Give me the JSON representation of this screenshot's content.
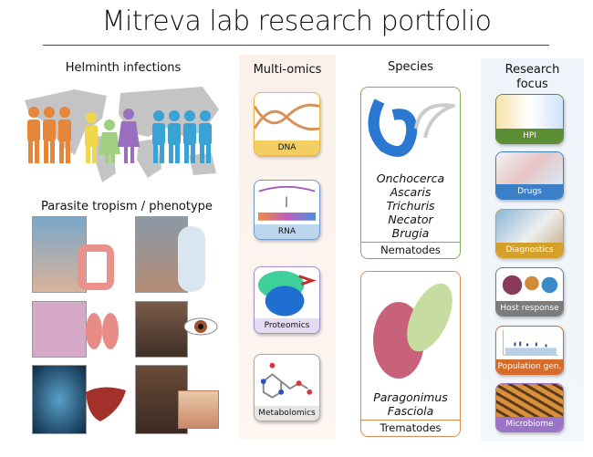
{
  "title": "Mitreva lab research portfolio",
  "infections": {
    "heading": "Helminth infections",
    "subheading": "Parasite tropism / phenotype"
  },
  "omics": {
    "heading": "Multi-omics",
    "cards": [
      {
        "label": "DNA",
        "color": "#f3cf63",
        "border": "#e9b84a"
      },
      {
        "label": "RNA",
        "color": "#bcd6ee",
        "border": "#6e9bcf"
      },
      {
        "label": "Proteomics",
        "color": "#e4dcf3",
        "border": "#a58ed1"
      },
      {
        "label": "Metabolomics",
        "color": "#e6e6e6",
        "border": "#aaaaaa"
      }
    ]
  },
  "species": {
    "heading": "Species",
    "nematodes": {
      "label": "Nematodes",
      "names": [
        "Onchocerca",
        "Ascaris",
        "Trichuris",
        "Necator",
        "Brugia"
      ],
      "color": "#7fae53"
    },
    "trematodes": {
      "label": "Trematodes",
      "names": [
        "Paragonimus",
        "Fasciola"
      ],
      "color": "#e0894e"
    }
  },
  "focus": {
    "heading_line1": "Research",
    "heading_line2": "focus",
    "cards": [
      {
        "label": "HPI",
        "color": "#5b8d34"
      },
      {
        "label": "Drugs",
        "color": "#3b7fc6"
      },
      {
        "label": "Diagnostics",
        "color": "#d3a12a"
      },
      {
        "label": "Host response",
        "color": "#7c7c7c"
      },
      {
        "label": "Population gen.",
        "color": "#d56c2b"
      },
      {
        "label": "Microbiome",
        "color": "#9b74c8"
      }
    ]
  }
}
